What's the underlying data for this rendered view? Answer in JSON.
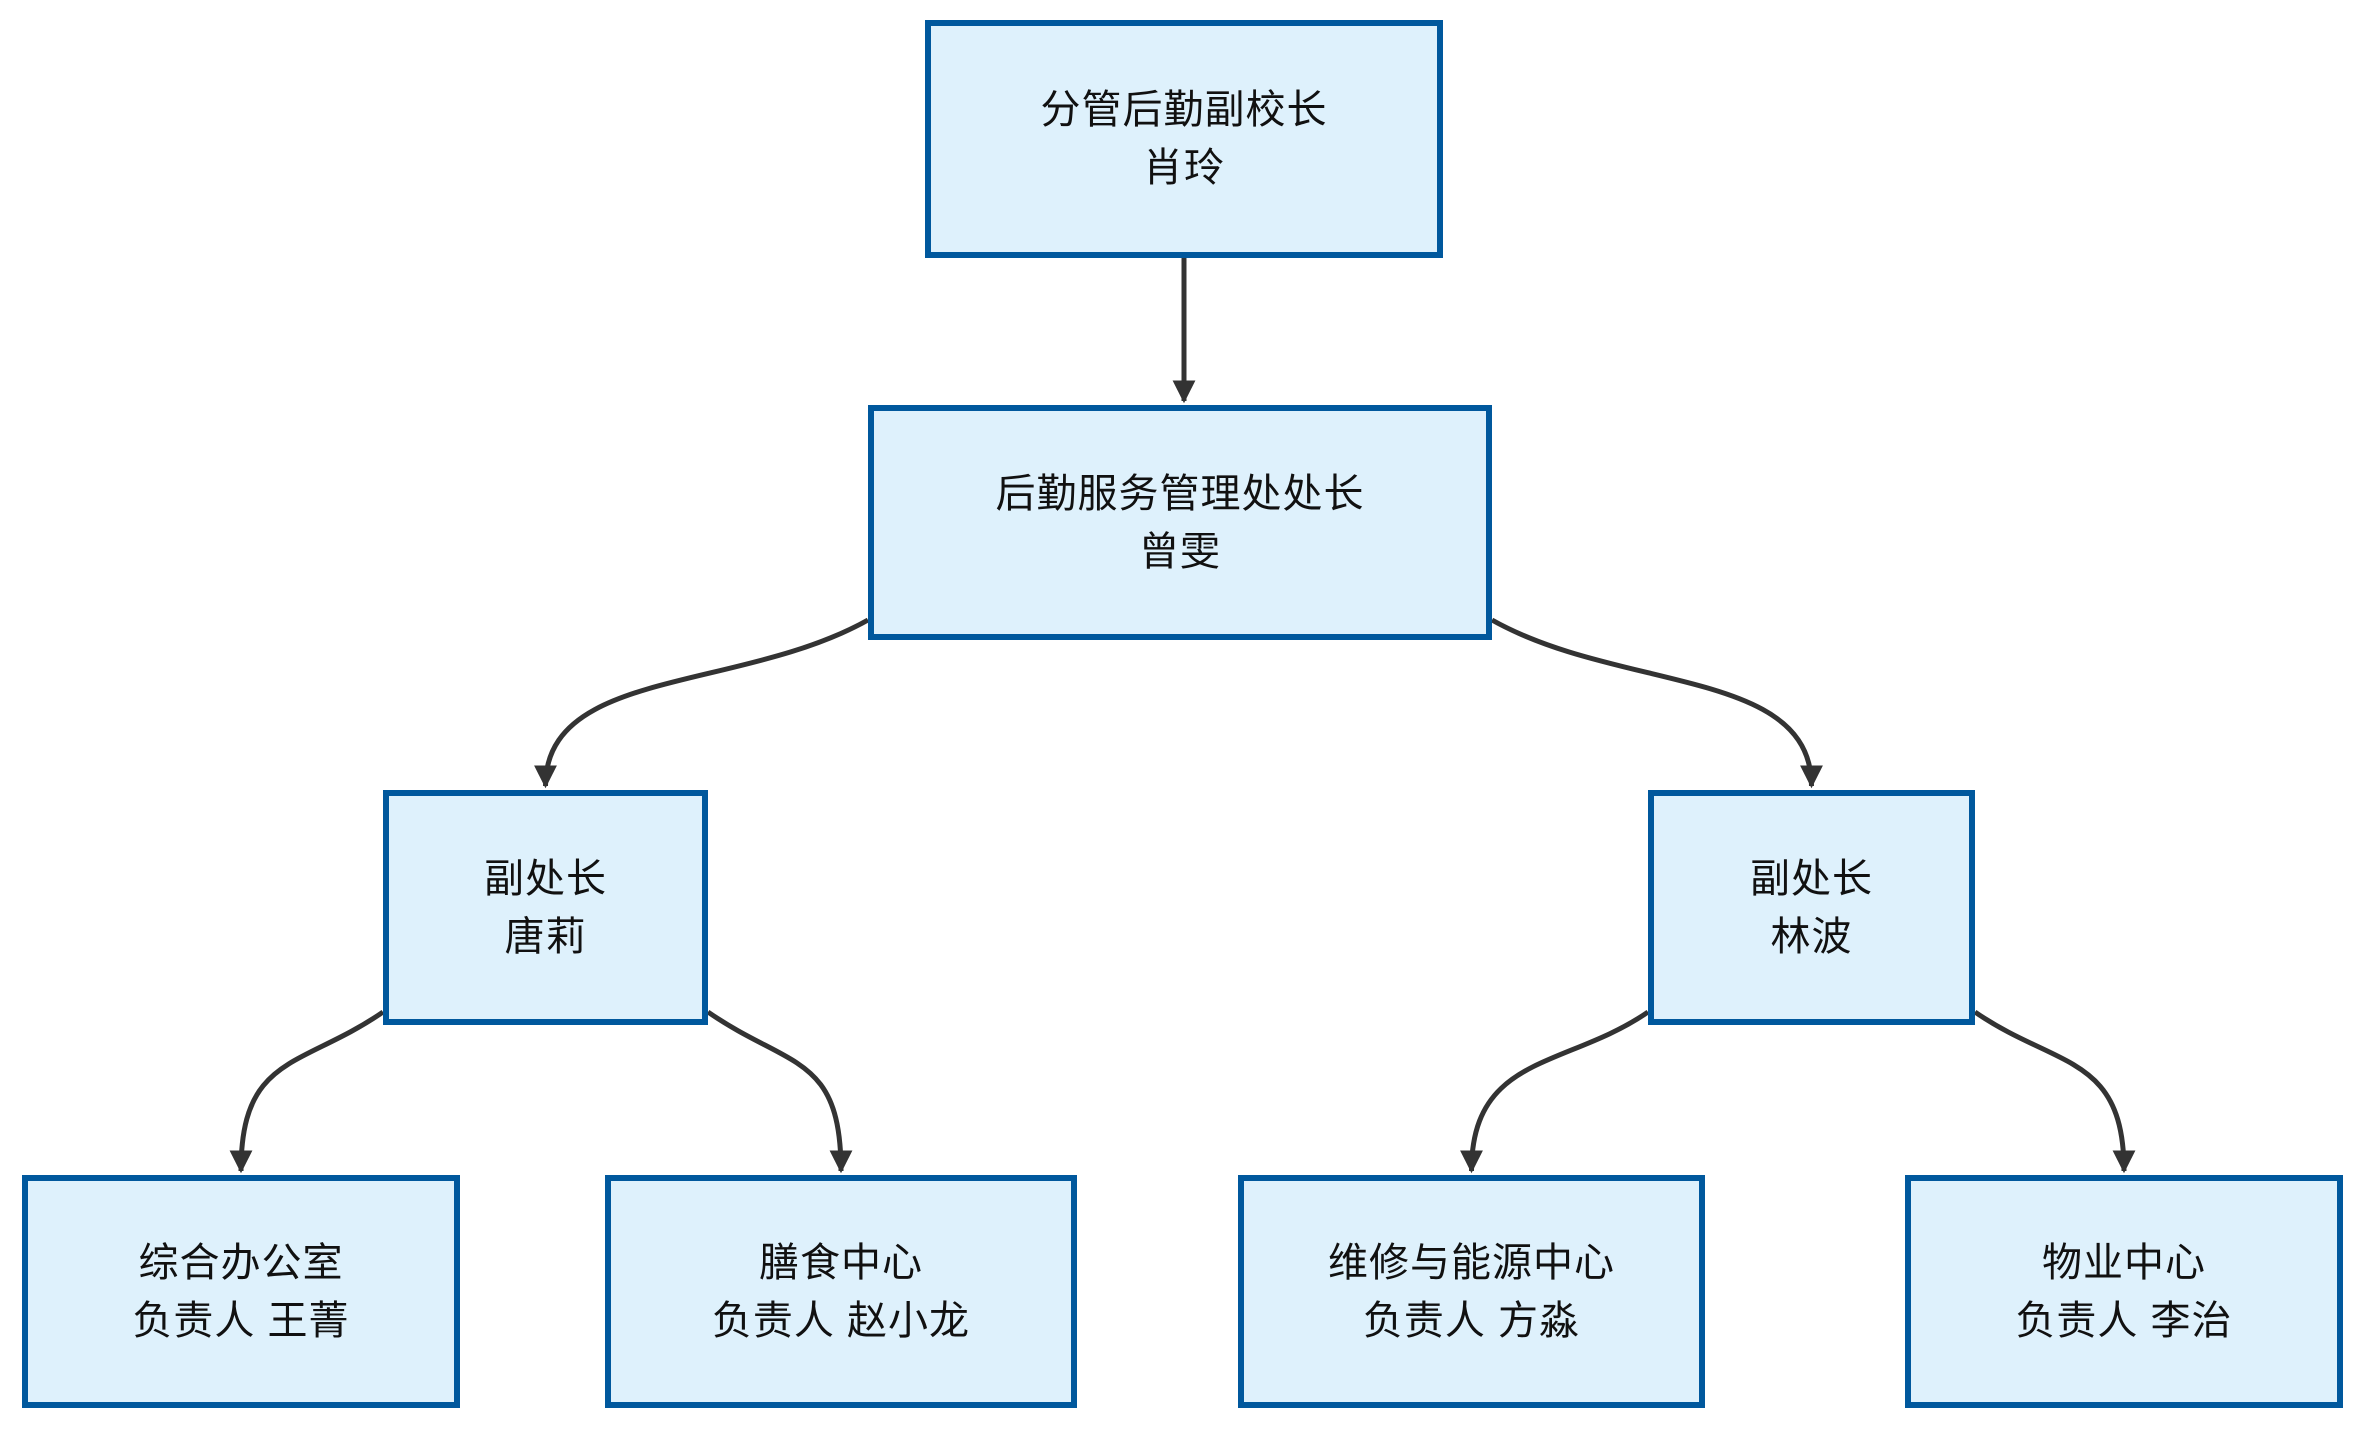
{
  "diagram": {
    "type": "org-chart",
    "nodes": [
      {
        "id": "A",
        "title": "分管后勤副校长",
        "name": "肖玲"
      },
      {
        "id": "B",
        "title": "后勤服务管理处处长",
        "name": "曾雯"
      },
      {
        "id": "C",
        "title": "副处长",
        "name": "唐莉"
      },
      {
        "id": "D",
        "title": "副处长",
        "name": "林波"
      },
      {
        "id": "E",
        "title": "综合办公室",
        "name": "负责人 王菁"
      },
      {
        "id": "F",
        "title": "膳食中心",
        "name": "负责人 赵小龙"
      },
      {
        "id": "G",
        "title": "维修与能源中心",
        "name": "负责人 方淼"
      },
      {
        "id": "H",
        "title": "物业中心",
        "name": "负责人 李治"
      }
    ],
    "edges": [
      {
        "from": "A",
        "to": "B"
      },
      {
        "from": "B",
        "to": "C"
      },
      {
        "from": "B",
        "to": "D"
      },
      {
        "from": "C",
        "to": "E"
      },
      {
        "from": "C",
        "to": "F"
      },
      {
        "from": "D",
        "to": "G"
      },
      {
        "from": "D",
        "to": "H"
      }
    ],
    "colors": {
      "node_fill": "#def1fc",
      "node_border": "#00589d",
      "edge": "#333333",
      "text": "#111111",
      "background": "#ffffff"
    }
  }
}
